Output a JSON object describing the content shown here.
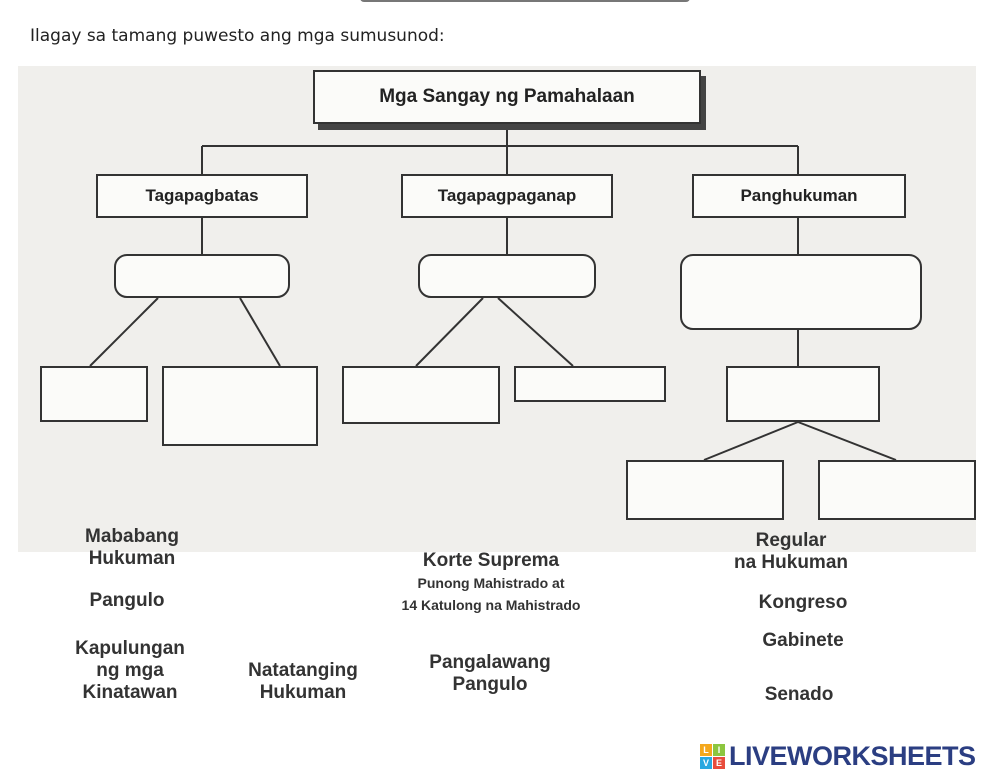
{
  "instruction": "Ilagay sa tamang puwesto ang mga sumusunod:",
  "chart": {
    "title": "Mga Sangay ng Pamahalaan",
    "branches": [
      "Tagapagbatas",
      "Tagapagpaganap",
      "Panghukuman"
    ]
  },
  "word_bank": {
    "mababang_hukuman": [
      "Mababang",
      "Hukuman"
    ],
    "pangulo": "Pangulo",
    "kapulungan": [
      "Kapulungan",
      "ng mga",
      "Kinatawan"
    ],
    "natatanging_hukuman": [
      "Natatanging",
      "Hukuman"
    ],
    "korte_suprema": "Korte Suprema",
    "korte_suprema_note": [
      "Punong Mahistrado at",
      "14 Katulong na Mahistrado"
    ],
    "pangalawang_pangulo": [
      "Pangalawang",
      "Pangulo"
    ],
    "regular_na_hukuman": [
      "Regular",
      "na Hukuman"
    ],
    "kongreso": "Kongreso",
    "gabinete": "Gabinete",
    "senado": "Senado"
  },
  "footer": {
    "logo_text": "LIVEWORKSHEETS",
    "logo_icon_letters": [
      "L",
      "I",
      "V",
      "E"
    ],
    "logo_colors": [
      "#f4a81d",
      "#8cc63f",
      "#29a8e0",
      "#e84d3d"
    ]
  }
}
